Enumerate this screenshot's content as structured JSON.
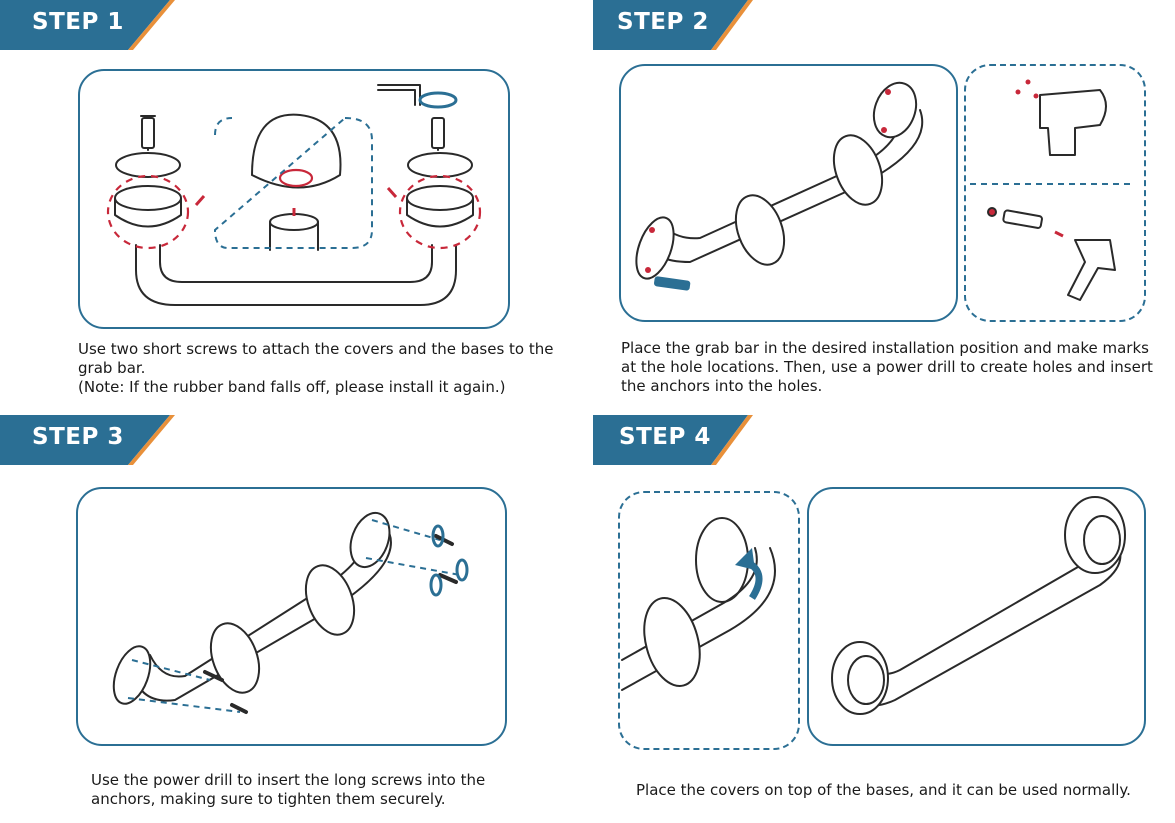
{
  "steps": [
    {
      "label": "STEP 1",
      "caption": [
        "Use two short screws to attach the covers and the bases to the",
        "grab bar.",
        "(Note: If the rubber band falls off, please install it again.)"
      ]
    },
    {
      "label": "STEP 2",
      "caption": [
        "Place the grab bar in the desired installation position and make marks",
        "at the hole locations. Then, use a power drill to create holes and insert",
        "the anchors into the holes."
      ]
    },
    {
      "label": "STEP 3",
      "caption": [
        "Use the power drill to insert the long screws into the",
        "anchors, making sure to tighten them securely."
      ]
    },
    {
      "label": "STEP 4",
      "caption": [
        "Place the covers on top of the bases,  and it can be used normally."
      ]
    }
  ],
  "colors": {
    "badge_blue": "#2b6f94",
    "badge_orange": "#e8903a",
    "accent_red": "#c8283a"
  }
}
